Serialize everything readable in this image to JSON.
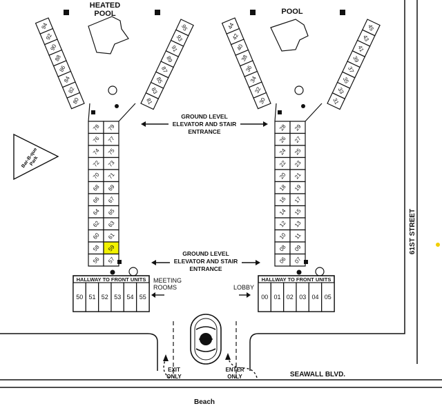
{
  "labels": {
    "heated_pool_line1": "HEATED",
    "heated_pool_line2": "POOL",
    "pool": "POOL",
    "center_top_line1": "GROUND LEVEL",
    "center_top_line2": "ELEVATOR AND STAIR",
    "center_top_line3": "ENTRANCE",
    "center_bottom_line1": "GROUND LEVEL",
    "center_bottom_line2": "ELEVATOR AND STAIR",
    "center_bottom_line3": "ENTRANCE",
    "bbq_line1": "Bar-B-que",
    "bbq_line2": "Park",
    "meeting_line1": "MEETING",
    "meeting_line2": "ROOMS",
    "lobby": "LOBBY",
    "hallway_left": "HALLWAY TO FRONT UNITS",
    "hallway_right": "HALLWAY TO FRONT UNITS",
    "street": "61ST STREET",
    "seawall": "SEAWALL BLVD.",
    "beach": "Beach",
    "exit_line1": "EXIT",
    "exit_line2": "ONLY",
    "enter_line1": "ENTER",
    "enter_line2": "ONLY"
  },
  "units": {
    "left_building": {
      "left_arm": [
        "94",
        "92",
        "90",
        "88",
        "86",
        "84",
        "82",
        "80"
      ],
      "right_arm": [
        "95",
        "93",
        "91",
        "89",
        "87",
        "85",
        "83",
        "81"
      ],
      "left_stem": [
        "78",
        "76",
        "74",
        "72",
        "70",
        "68",
        "66",
        "64",
        "62",
        "60",
        "58",
        "56"
      ],
      "right_stem": [
        "79",
        "77",
        "75",
        "73",
        "71",
        "69",
        "67",
        "65",
        "63",
        "61",
        "59",
        "57"
      ],
      "front": [
        "50",
        "51",
        "52",
        "53",
        "54",
        "55"
      ],
      "highlighted": "59"
    },
    "right_building": {
      "left_arm": [
        "44",
        "42",
        "40",
        "38",
        "36",
        "34",
        "32",
        "30"
      ],
      "right_arm": [
        "45",
        "43",
        "41",
        "39",
        "37",
        "35",
        "33",
        "31"
      ],
      "left_stem": [
        "28",
        "26",
        "24",
        "22",
        "20",
        "18",
        "16",
        "14",
        "12",
        "10",
        "08",
        "06"
      ],
      "right_stem": [
        "29",
        "27",
        "25",
        "23",
        "21",
        "19",
        "17",
        "15",
        "13",
        "11",
        "09",
        "07"
      ],
      "front": [
        "00",
        "01",
        "02",
        "03",
        "04",
        "05"
      ]
    }
  },
  "colors": {
    "highlight": "#f2f200",
    "line": "#111111",
    "marker": "#f2cf00"
  },
  "icons": [
    "elevator-icon",
    "stair-icon",
    "fountain-icon",
    "marker-dot"
  ]
}
